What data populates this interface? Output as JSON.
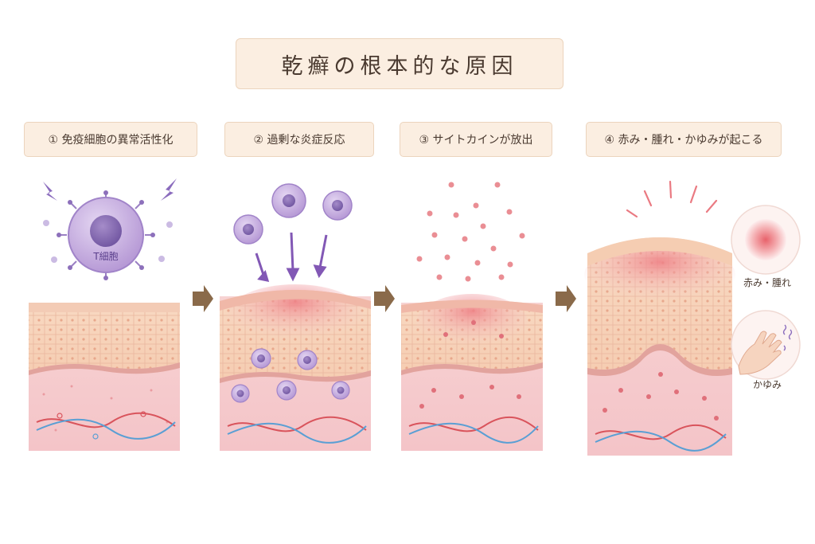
{
  "title": "乾癬の根本的な原因",
  "steps": [
    {
      "label": "① 免疫細胞の異常活性化"
    },
    {
      "label": "② 過剰な炎症反応"
    },
    {
      "label": "③ サイトカインが放出"
    },
    {
      "label": "④ 赤み・腫れ・かゆみが起こる"
    }
  ],
  "tcell_label": "T細胞",
  "side_labels": {
    "redness": "赤み・腫れ",
    "itch": "かゆみ"
  },
  "colors": {
    "label_bg": "#fbeee1",
    "cell_purple": "#c9b3e0",
    "skin_top": "#f9dcc4",
    "dermis": "#f6cfd2",
    "inflammation": "#ef8b8f",
    "arrow_brown": "#8a6a4a",
    "vessel_red": "#d9545c",
    "vessel_blue": "#5a9fd4"
  }
}
